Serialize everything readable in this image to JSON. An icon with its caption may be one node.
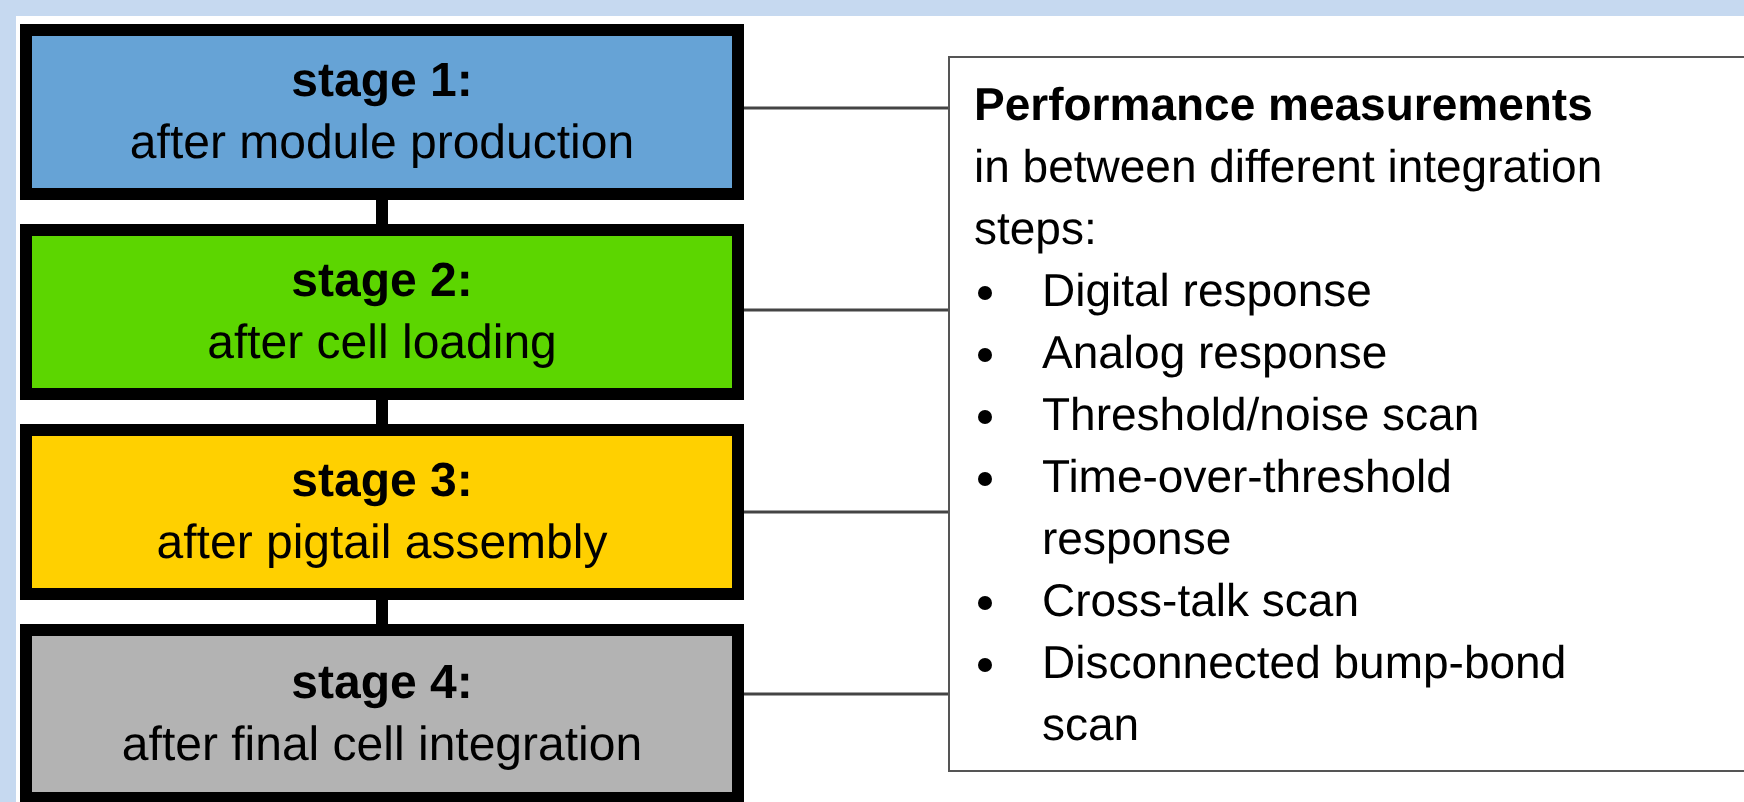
{
  "diagram": {
    "nodes": [
      {
        "text": [
          "stage 1:",
          "after module production"
        ]
      },
      {
        "text": [
          "stage 2:",
          "after cell loading"
        ]
      },
      {
        "text": [
          "stage 3:",
          "after pigtail assembly"
        ]
      },
      {
        "text": [
          "stage 4:",
          "after final cell integration"
        ]
      },
      {
        "text": [
          "Performance measurements",
          "in between different integration steps:",
          "Digital response",
          "Analog response",
          "Threshold/noise scan",
          "Time-over-threshold response",
          "Cross-talk scan",
          "Disconnected bump-bond scan"
        ]
      }
    ],
    "edges": [
      {
        "from": 0,
        "to": 1,
        "arrow": "none",
        "style": "thick"
      },
      {
        "from": 1,
        "to": 2,
        "arrow": "none",
        "style": "thick"
      },
      {
        "from": 2,
        "to": 3,
        "arrow": "none",
        "style": "thick"
      },
      {
        "from": 0,
        "to": 4,
        "arrow": "none"
      },
      {
        "from": 1,
        "to": 4,
        "arrow": "none"
      },
      {
        "from": 2,
        "to": 4,
        "arrow": "none"
      },
      {
        "from": 3,
        "to": 4,
        "arrow": "none"
      }
    ]
  }
}
